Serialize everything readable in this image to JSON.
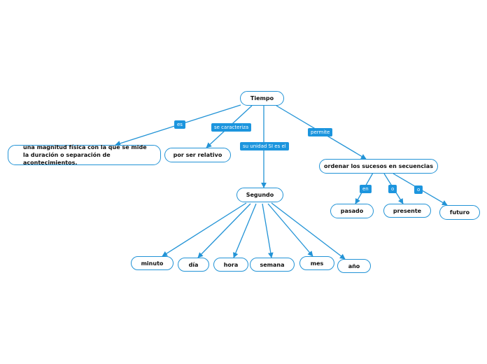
{
  "colors": {
    "line": "#2293d6",
    "label_bg": "#1c95de"
  },
  "nodes": {
    "tiempo": "Tiempo",
    "magnitud": "una magnitud física con la que se mide la duración o separación de acontecimientos.",
    "relativo": "por ser relativo",
    "segundo": "Segundo",
    "ordenar": "ordenar los sucesos en secuencias",
    "pasado": "pasado",
    "presente": "presente",
    "futuro": "futuro",
    "minuto": "minuto",
    "dia": "día",
    "hora": "hora",
    "semana": "semana",
    "mes": "mes",
    "anio": "año"
  },
  "links": {
    "es": "es",
    "se_caracteriza": "se caracteriza",
    "su_unidad": "su unidad SI es el",
    "permite": "permite",
    "en": "en",
    "o1": "o",
    "o2": "o"
  }
}
